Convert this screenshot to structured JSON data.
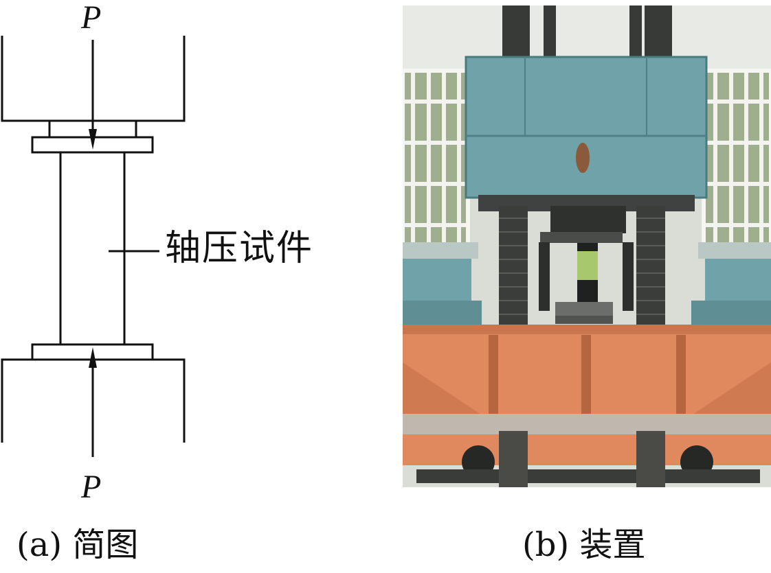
{
  "schematic": {
    "force_top": "P",
    "force_bottom": "P",
    "specimen_label": "轴压试件"
  },
  "captions": {
    "a": "(a) 简图",
    "b": "(b) 装置"
  },
  "colors": {
    "frame_blue": "#6fa3a9",
    "frame_blue_dark": "#4f8087",
    "base_orange": "#e0895f",
    "base_orange_dark": "#b5663f",
    "rod_dark": "#3b3d3a",
    "window_bg": "#e6e9e3",
    "foliage": "#8fa27a",
    "specimen_green": "#a8c96b"
  }
}
